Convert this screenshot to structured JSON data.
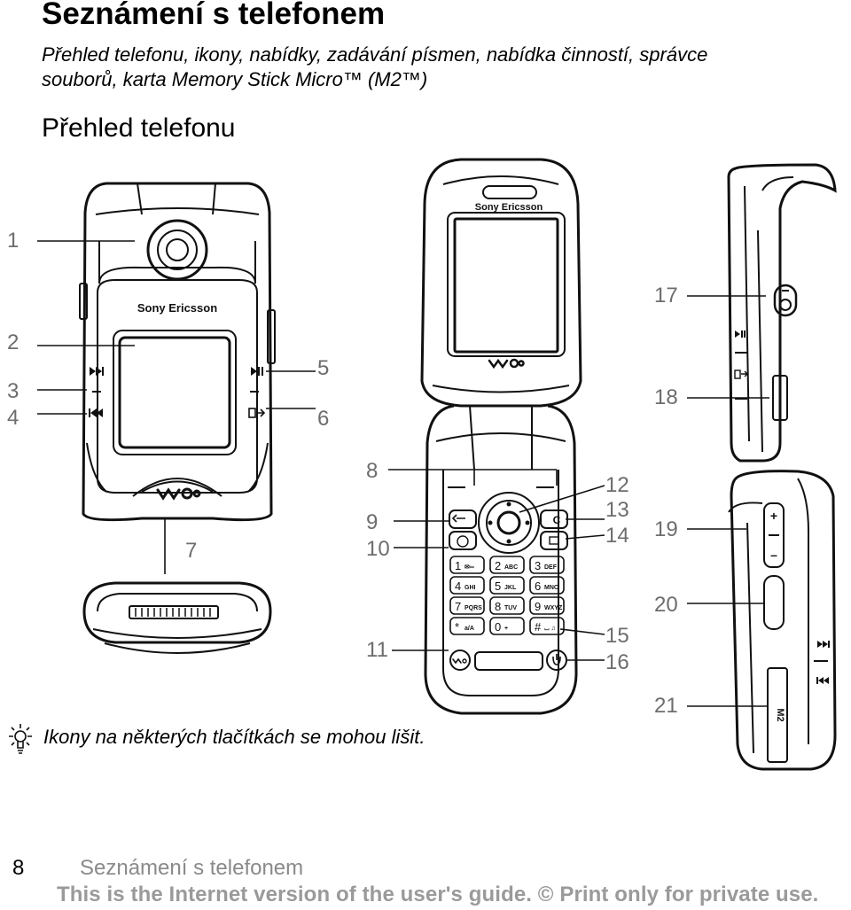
{
  "page": {
    "title": "Seznámení s telefonem",
    "subtitle_line1": "Přehled telefonu, ikony, nabídky, zadávání písmen, nabídka činností, správce",
    "subtitle_line2": "souborů, karta Memory Stick Micro™ (M2™)",
    "section_heading": "Přehled telefonu",
    "note": "Ikony na některých tlačítkách se mohou lišit.",
    "page_number": "8",
    "footer_title": "Seznámení s telefonem",
    "disclaimer": "This is the Internet version of the user's guide. © Print only for private use."
  },
  "phone": {
    "brand": "Sony Ericsson",
    "side_label_m2": "M2"
  },
  "keypad": [
    {
      "digit": "1",
      "letters": "✉∞"
    },
    {
      "digit": "2",
      "letters": "ABC"
    },
    {
      "digit": "3",
      "letters": "DEF"
    },
    {
      "digit": "4",
      "letters": "GHI"
    },
    {
      "digit": "5",
      "letters": "JKL"
    },
    {
      "digit": "6",
      "letters": "MNO"
    },
    {
      "digit": "7",
      "letters": "PQRS"
    },
    {
      "digit": "8",
      "letters": "TUV"
    },
    {
      "digit": "9",
      "letters": "WXYZ"
    },
    {
      "digit": "*",
      "letters": "a/A"
    },
    {
      "digit": "0",
      "letters": "+"
    },
    {
      "digit": "#",
      "letters": "⌴ ♫"
    }
  ],
  "callouts": [
    "1",
    "2",
    "3",
    "4",
    "5",
    "6",
    "7",
    "8",
    "9",
    "10",
    "11",
    "12",
    "13",
    "14",
    "15",
    "16",
    "17",
    "18",
    "19",
    "20",
    "21"
  ],
  "icons": {
    "tip": "lightbulb-icon",
    "next_track": "next-track-icon",
    "prev_track": "previous-track-icon",
    "play_pause": "play-pause-icon",
    "activity": "activity-menu-icon",
    "back": "back-icon",
    "walkman": "walkman-logo-icon"
  },
  "colors": {
    "callout_text": "#6d6d6d",
    "footer_gray": "#8a8a8a",
    "disclaimer_gray": "#9a9a9a"
  }
}
